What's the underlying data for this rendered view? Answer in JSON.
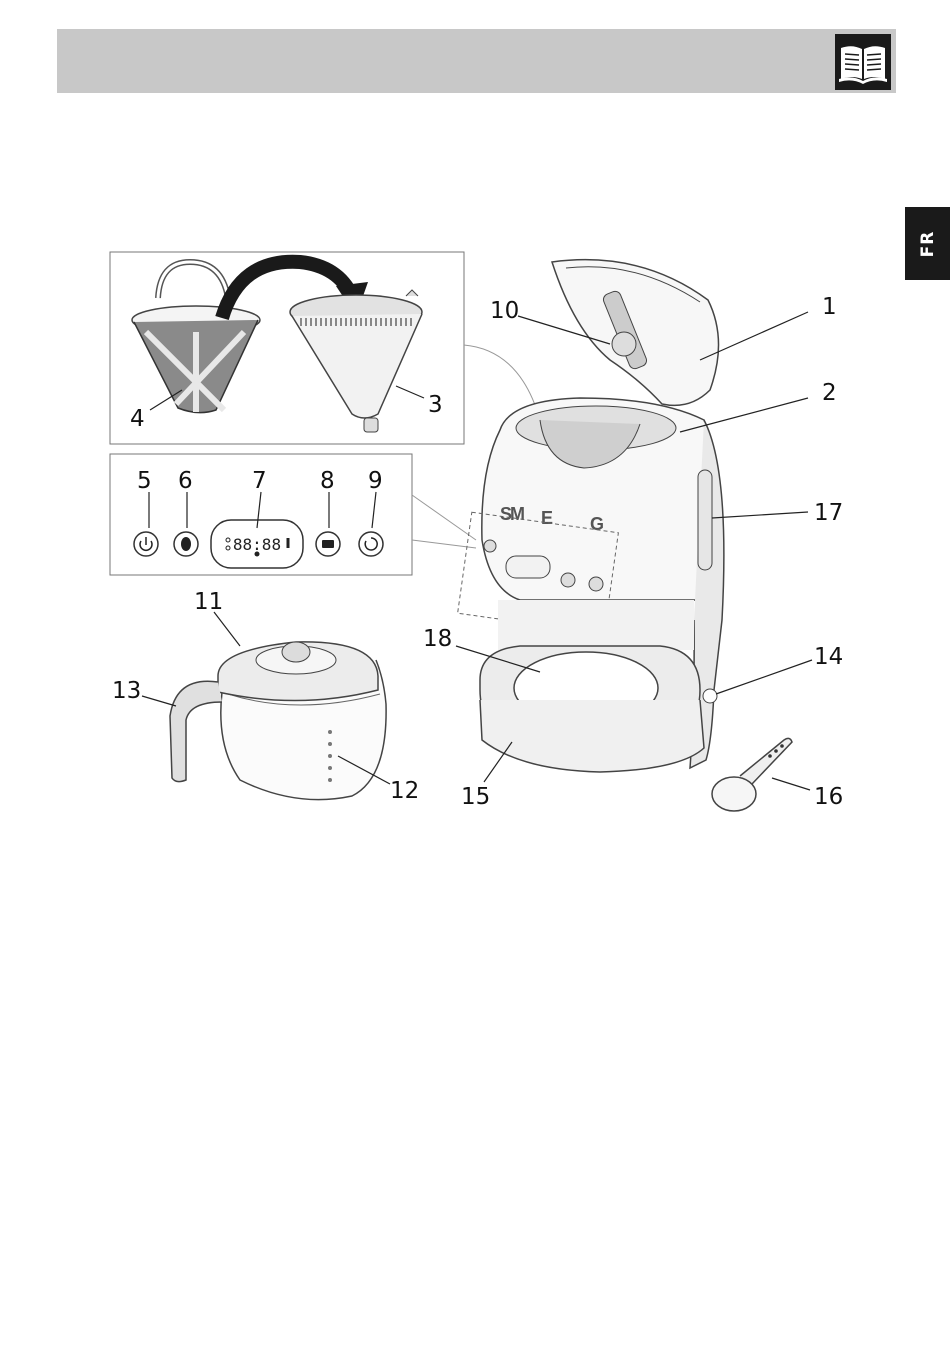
{
  "header": {
    "icon": "open-book-icon",
    "background": "#c8c8c8"
  },
  "language_tab": {
    "label": "FR",
    "background": "#1a1a1a"
  },
  "callouts": {
    "c1": "1",
    "c2": "2",
    "c3": "3",
    "c4": "4",
    "c5": "5",
    "c6": "6",
    "c7": "7",
    "c8": "8",
    "c9": "9",
    "c10": "10",
    "c11": "11",
    "c12": "12",
    "c13": "13",
    "c14": "14",
    "c15": "15",
    "c16": "16",
    "c17": "17",
    "c18": "18"
  },
  "control_panel": {
    "display_text": "88:88"
  },
  "brand": {
    "letters": [
      "S",
      "M",
      "E",
      "G"
    ]
  }
}
